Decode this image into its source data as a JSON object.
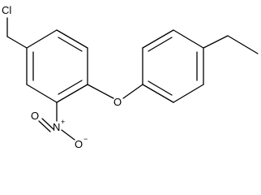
{
  "molecule": {
    "atoms": {
      "chlorine": "Cl",
      "ether_oxygen": "O",
      "nitro_nitrogen": "N",
      "nitro_nitrogen_charge": "+",
      "nitro_oxygen_double": "O",
      "nitro_oxygen_single": "O",
      "nitro_oxygen_charge": "−"
    }
  },
  "colors": {
    "bond": "#000000",
    "background": "#ffffff"
  }
}
